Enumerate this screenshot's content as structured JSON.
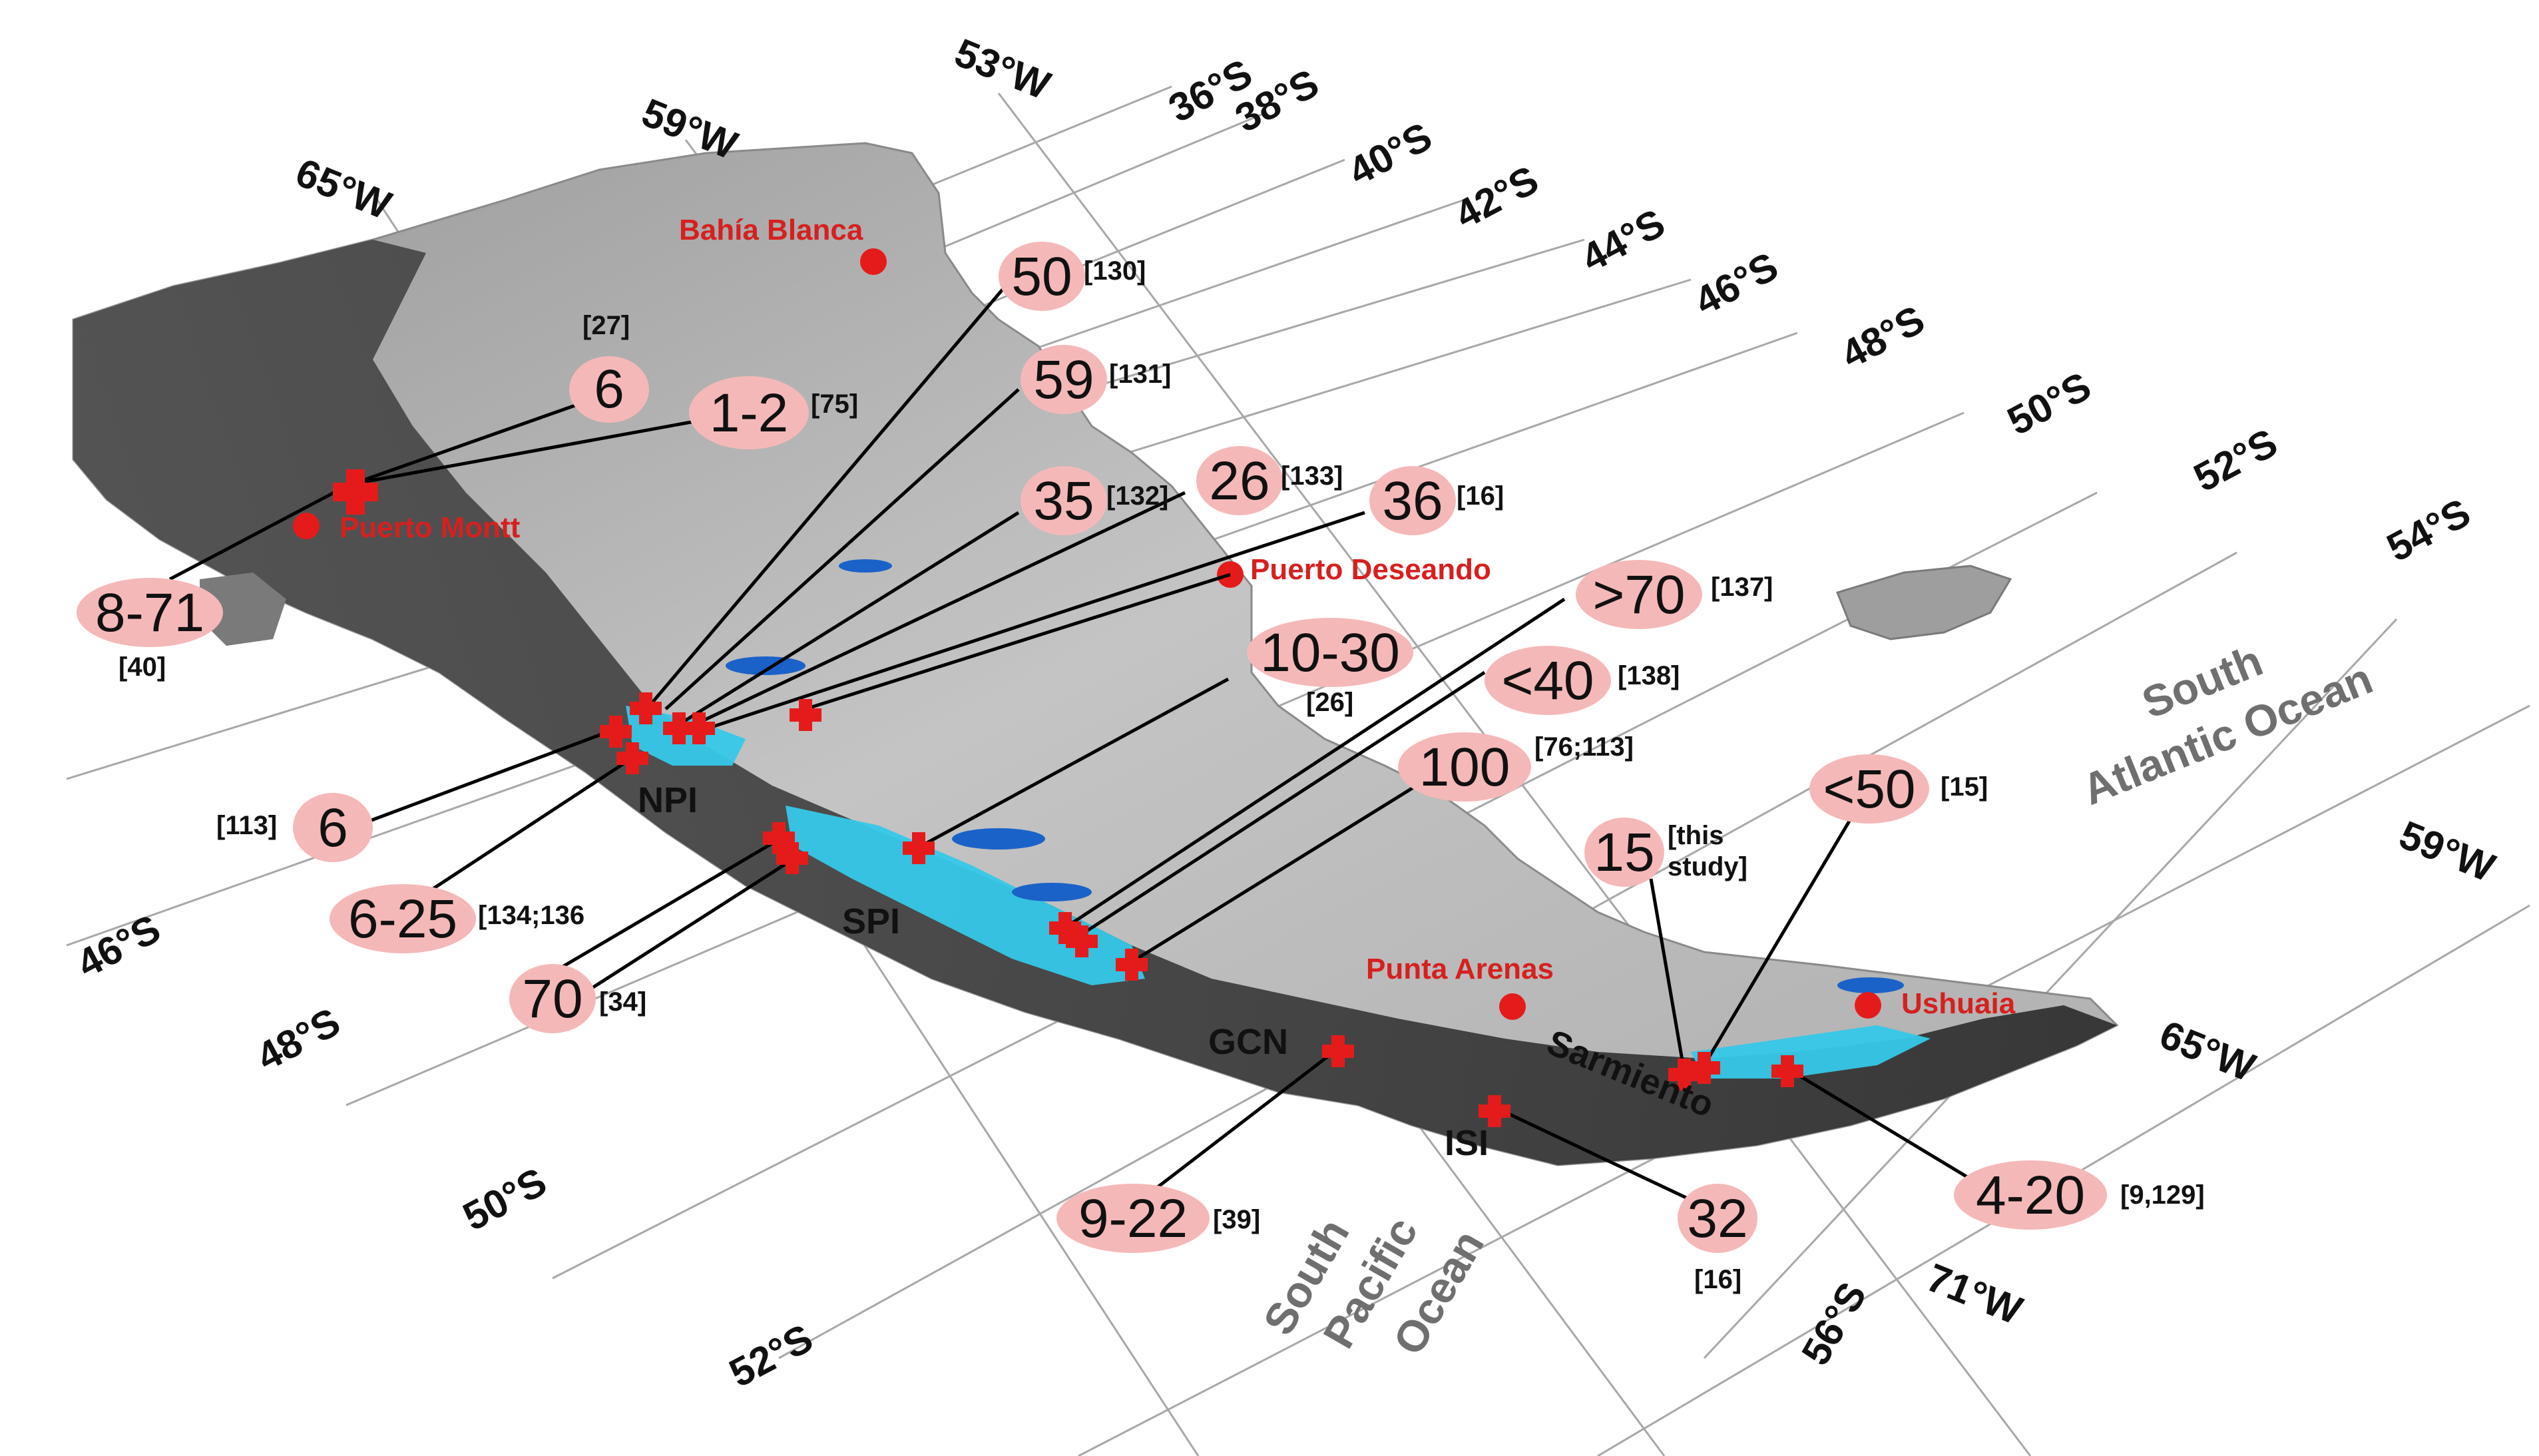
{
  "map": {
    "colors": {
      "land_lowland": "#bdbdbd",
      "land_highland": "#3a3a3a",
      "ice": "#35c8e8",
      "water": "#1a62c8",
      "city_marker": "#e51b1b",
      "site_marker": "#e51b1b",
      "label_ellipse": "#f5b8b8"
    },
    "longitude_labels": [
      "53°W",
      "59°W",
      "65°W",
      "59°W",
      "65°W",
      "71°W"
    ],
    "latitude_labels": [
      "36°S",
      "38°S",
      "40°S",
      "42°S",
      "44°S",
      "46°S",
      "48°S",
      "50°S",
      "52°S",
      "54°S",
      "56°S",
      "46°S",
      "48°S",
      "50°S",
      "52°S"
    ],
    "cities": [
      {
        "name": "Bahía Blanca"
      },
      {
        "name": "Puerto Montt"
      },
      {
        "name": "Puerto Deseando"
      },
      {
        "name": "Punta Arenas"
      },
      {
        "name": "Ushuaia"
      }
    ],
    "regions": [
      "NPI",
      "SPI",
      "GCN",
      "ISI",
      "Sarmiento"
    ],
    "oceans": {
      "atlantic_line1": "South",
      "atlantic_line2": "Atlantic Ocean",
      "pacific_line1": "South",
      "pacific_line2": "Pacific",
      "pacific_line3": "Ocean"
    },
    "annotations": [
      {
        "value": "6",
        "ref": "[27]"
      },
      {
        "value": "1-2",
        "ref": "[75]"
      },
      {
        "value": "8-71",
        "ref": "[40]"
      },
      {
        "value": "50",
        "ref": "[130]"
      },
      {
        "value": "59",
        "ref": "[131]"
      },
      {
        "value": "35",
        "ref": "[132]"
      },
      {
        "value": "26",
        "ref": "[133]"
      },
      {
        "value": "36",
        "ref": "[16]"
      },
      {
        "value": ">70",
        "ref": "[137]"
      },
      {
        "value": "10-30",
        "ref": "[26]"
      },
      {
        "value": "<40",
        "ref": "[138]"
      },
      {
        "value": "100",
        "ref": "[76;113]"
      },
      {
        "value": "6",
        "ref": "[113]"
      },
      {
        "value": "6-25",
        "ref": "[134;136"
      },
      {
        "value": "70",
        "ref": "[34]"
      },
      {
        "value": "15",
        "ref": "[this",
        "ref2": "study]"
      },
      {
        "value": "<50",
        "ref": "[15]"
      },
      {
        "value": "9-22",
        "ref": "[39]"
      },
      {
        "value": "32",
        "ref": "[16]"
      },
      {
        "value": "4-20",
        "ref": "[9,129]"
      }
    ]
  }
}
